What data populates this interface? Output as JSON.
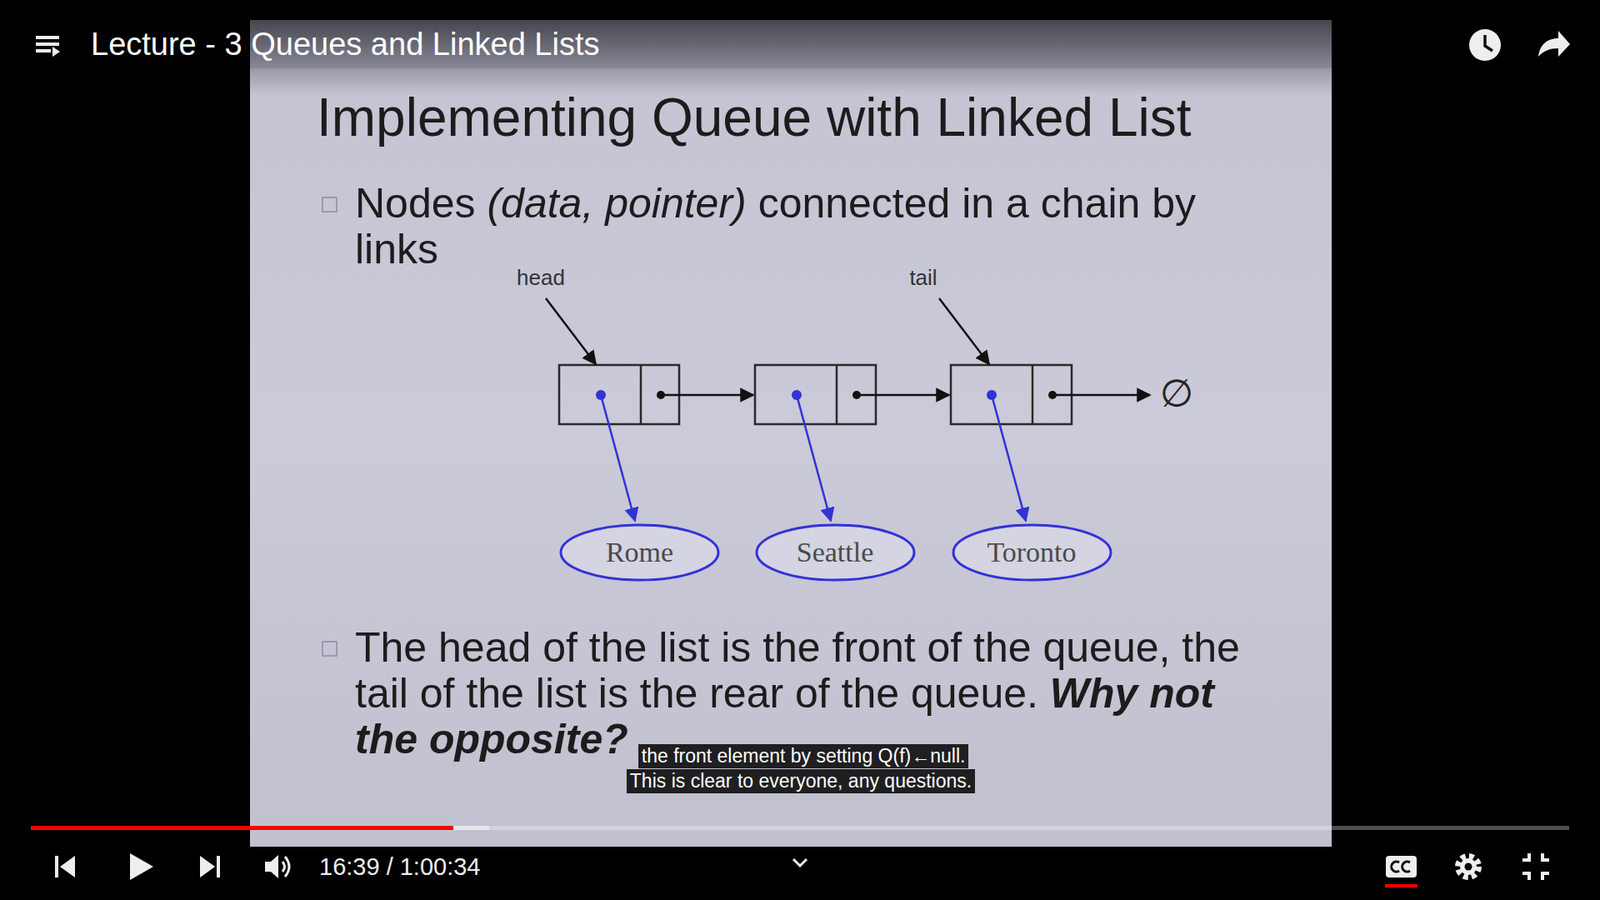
{
  "diagram": {
    "title": "Implementing Queue with Linked List",
    "nodes": [
      {
        "text": [
          "Rome"
        ]
      },
      {
        "text": [
          "Seattle"
        ]
      },
      {
        "text": [
          "Toronto"
        ]
      }
    ],
    "labels": [
      "Lecture - 3 Queues and Linked Lists",
      "Nodes",
      "(data, pointer)",
      "connected in a chain by links",
      "head",
      "tail",
      "∅",
      "The head of the list is the front of the queue, the tail of the list is the rear of the queue.",
      "Why not the opposite?",
      "the front element by setting Q(f)←null.",
      "This is clear to everyone, any questions.",
      "16:39 / 1:00:34"
    ]
  }
}
